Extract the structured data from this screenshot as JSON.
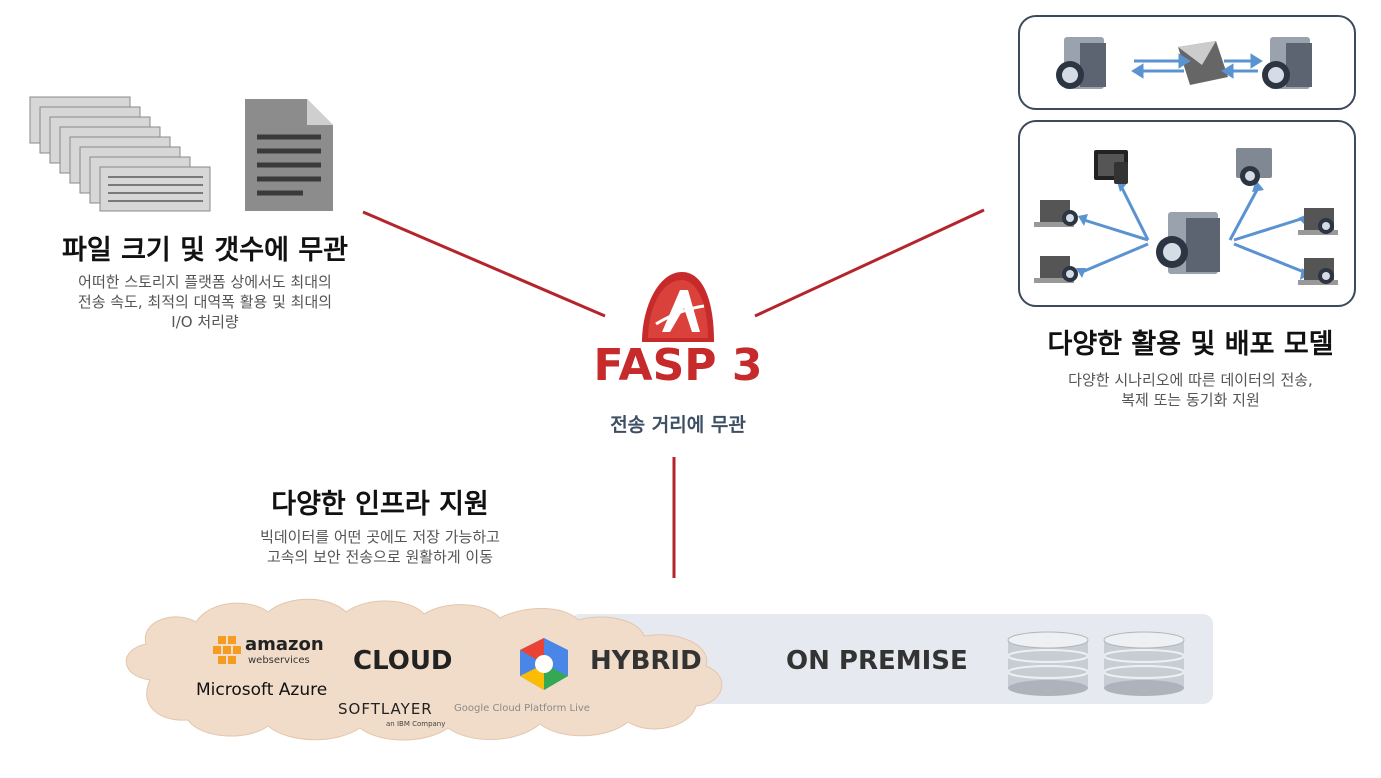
{
  "left_block": {
    "title": "파일 크기 및 갯수에 무관",
    "lines": [
      "어떠한 스토리지 플랫폼 상에서도 최대의",
      "전송 속도, 최적의 대역폭 활용 및 최대의",
      "I/O 처리량"
    ]
  },
  "right_block": {
    "title": "다양한 활용 및 배포 모델",
    "lines": [
      "다양한 시나리오에 따른 데이터의 전송,",
      "복제 또는 동기화 지원"
    ]
  },
  "center": {
    "logo_text": "FASP 3",
    "caption": "전송 거리에 무관"
  },
  "bottom_block": {
    "title": "다양한 인프라 지원",
    "lines": [
      "빅데이터를 어떤 곳에도 저장 가능하고",
      "고속의 보안 전송으로 원활하게 이동"
    ]
  },
  "infra": {
    "amazon": "amazon",
    "amazon_sub": "webservices",
    "cloud": "CLOUD",
    "azure": "Microsoft Azure",
    "softlayer": "SOFTLAYER",
    "softlayer_sub": "an IBM Company",
    "google": "Google Cloud Platform Live",
    "hybrid": "HYBRID",
    "on_premise": "ON PREMISE"
  },
  "colors": {
    "connector": "#b5232b",
    "fasp_red": "#c62a2a",
    "caption": "#3d4f63",
    "frame": "#3b4a5c",
    "arrow": "#5a93d0",
    "cloud_fill": "#f1dcc9",
    "premise_fill": "#e6e9f0"
  }
}
